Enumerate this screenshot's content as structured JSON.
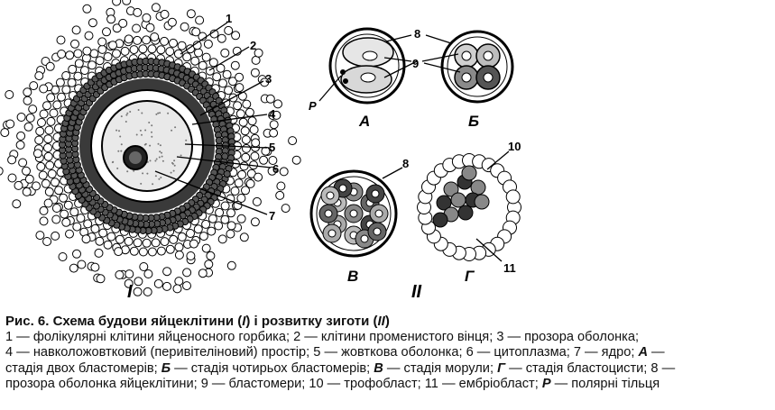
{
  "figure": {
    "callouts_I": [
      "1",
      "2",
      "3",
      "4",
      "5",
      "6",
      "7"
    ],
    "callouts_II": [
      "8",
      "9",
      "P",
      "8",
      "9",
      "8",
      "10",
      "11"
    ],
    "stage_labels": [
      "А",
      "Б",
      "В",
      "Г"
    ],
    "part_labels": [
      "I",
      "II"
    ]
  },
  "caption": {
    "title": {
      "prefix": "Рис. 6. Схема будови яйцеклітини (",
      "part1": "I",
      "middle": ") і розвитку зиготи (",
      "part2": "II",
      "suffix": ")"
    },
    "line1": "1 — фолікулярні клітини яйценосного горбика; 2 — клітини променистого вінця; 3 — прозора оболонка;",
    "line2_a": "4 — навколожовтковий (перивітеліновий) простір; 5 — жовткова оболонка; 6 — цитоплазма; 7 — ядро; ",
    "line2_A": "А",
    "line2_b": " —",
    "line3_a": "стадія двох бластомерів; ",
    "line3_B": "Б",
    "line3_b": " — стадія чотирьох бластомерів; ",
    "line3_V": "В",
    "line3_c": " — стадія морули; ",
    "line3_G": "Г",
    "line3_d": " — стадія бластоцисти; 8 —",
    "line4_a": "прозора оболонка яйцеклітини; 9 — бластомери; 10 — трофобласт; 11 — ембріобласт; ",
    "line4_P": "Р",
    "line4_b": " — полярні тільця"
  }
}
